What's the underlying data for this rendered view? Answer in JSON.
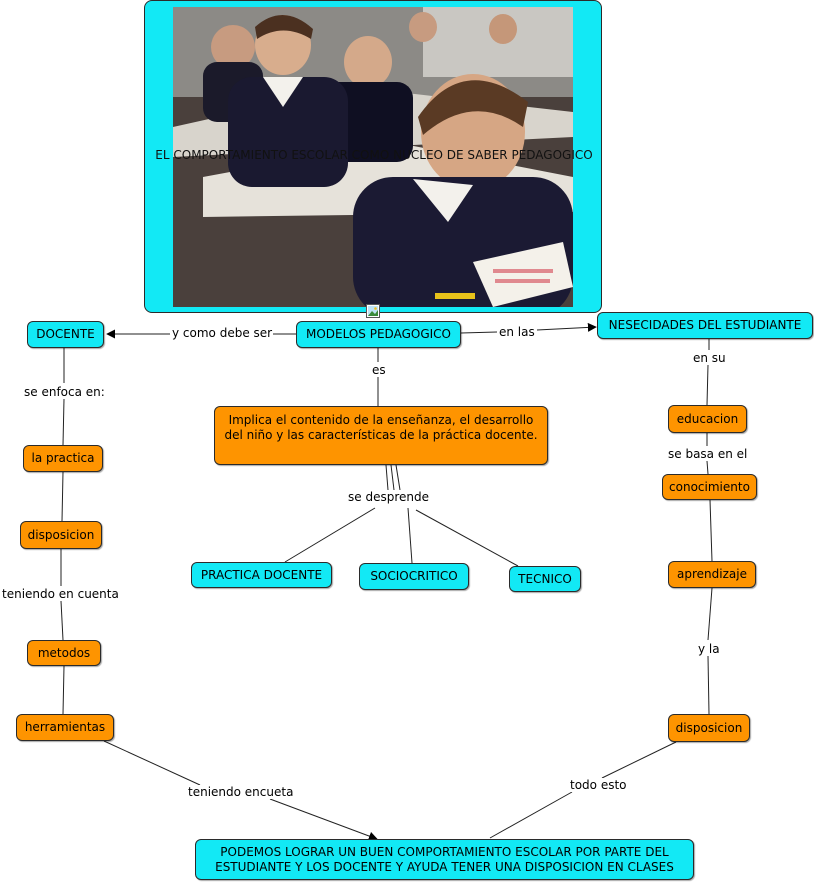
{
  "root": {
    "title": "EL COMPORTAMIENTO ESCOLAR COMO NUCLEO DE SABER PEDAGOGICO",
    "image_alt": "students writing at classroom desks",
    "icon": "image-attachment-icon"
  },
  "nodes": {
    "docente": "DOCENTE",
    "modelos": "MODELOS PEDAGOGICO",
    "nesecidades": "NESECIDADES DEL ESTUDIANTE",
    "implica": "Implica el contenido de la enseñanza, el desarrollo del niño y las características de la práctica docente.",
    "practica_docente": "PRACTICA DOCENTE",
    "sociocritico": "SOCIOCRITICO",
    "tecnico": "TECNICO",
    "la_practica": "la practica",
    "disposicion_left": "disposicion",
    "metodos": "metodos",
    "herramientas": "herramientas",
    "educacion": "educacion",
    "conocimiento": "conocimiento",
    "aprendizaje": "aprendizaje",
    "disposicion_right": "disposicion",
    "final": "PODEMOS LOGRAR UN BUEN COMPORTAMIENTO ESCOLAR POR PARTE DEL ESTUDIANTE Y LOS DOCENTE Y AYUDA TENER UNA DISPOSICION EN CLASES"
  },
  "links": {
    "y_como_debe_ser": "y como debe ser",
    "en_las": "en las",
    "es": "es",
    "se_enfoca_en": "se enfoca en:",
    "en_su": "en su",
    "se_desprende": "se desprende",
    "teniendo_en_cuenta": "teniendo en cuenta",
    "se_basa_en_el": "se basa en el",
    "y_la": "y la",
    "teniendo_encueta": "teniendo encueta",
    "todo_esto": "todo esto"
  },
  "colors": {
    "cyan": "#12e9f5",
    "orange": "#fe9400"
  }
}
